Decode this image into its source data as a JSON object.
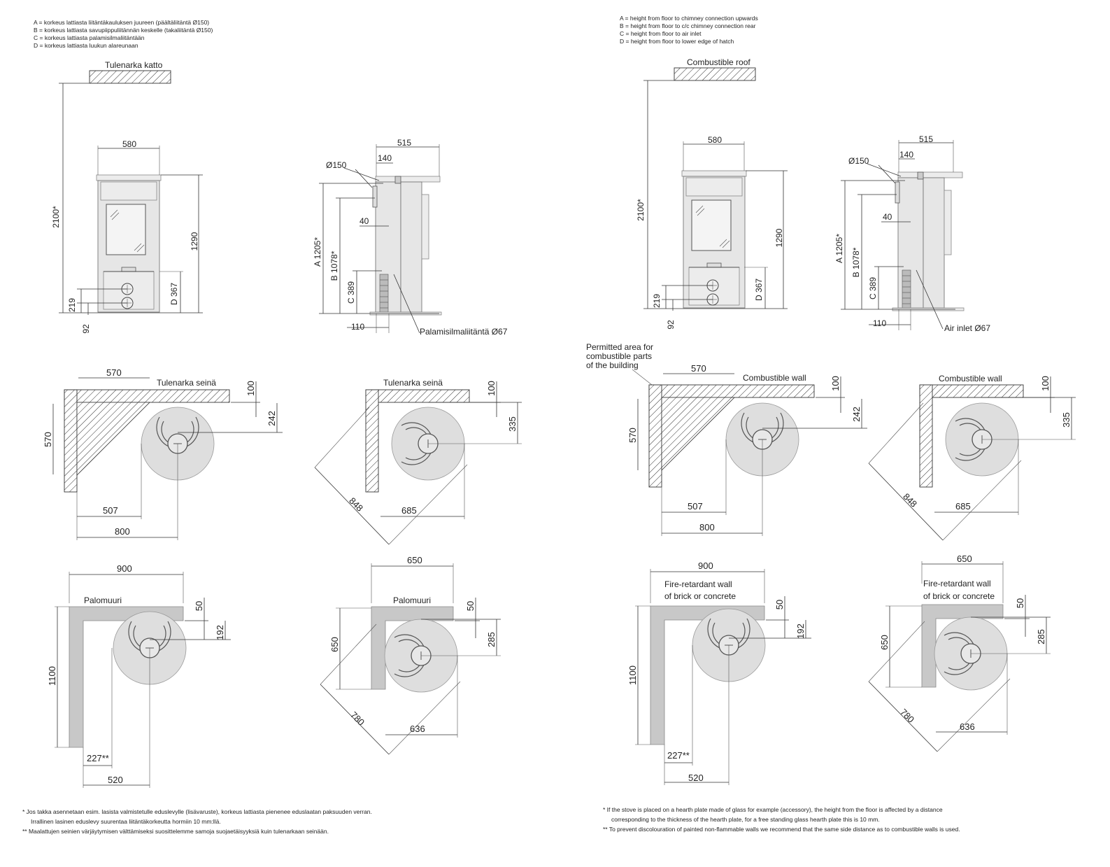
{
  "legend_fi": [
    "A =  korkeus lattiasta liitäntäkauluksen juureen (päältäliitäntä Ø150)",
    "B =  korkeus lattiasta savupiippuliitännän keskelle (takaliitäntä Ø150)",
    "C =  korkeus lattiasta palamisilmaliitäntään",
    "D =  korkeus lattiasta luukun alareunaan"
  ],
  "legend_en": [
    "A =  height from floor to chimney connection upwards",
    "B =  height from floor to c/c chimney connection rear",
    "C =  height from floor to air inlet",
    "D =  height from floor to lower edge of hatch"
  ],
  "fi": {
    "roof": "Tulenarka katto",
    "wall": "Tulenarka seinä",
    "firewall": "Palomuuri",
    "air_inlet": "Palamisilmaliitäntä Ø67",
    "permitted": ""
  },
  "en": {
    "roof": "Combustible roof",
    "wall": "Combustible wall",
    "firewall_1": "Fire-retardant wall",
    "firewall_2": "of brick or concrete",
    "air_inlet": "Air inlet Ø67",
    "permitted_1": "Permitted area for",
    "permitted_2": "combustible parts",
    "permitted_3": "of the building"
  },
  "dims": {
    "h2100": "2100*",
    "w580": "580",
    "h1290": "1290",
    "d367": "D 367",
    "h219": "219",
    "h92": "92",
    "w515": "515",
    "w140": "140",
    "dia150": "Ø150",
    "w40": "40",
    "a1205": "A 1205*",
    "b1078": "B 1078*",
    "c389": "C 389",
    "w110": "110",
    "w570": "570",
    "h570": "570",
    "h100": "100",
    "h242": "242",
    "w507": "507",
    "w800": "800",
    "h335": "335",
    "d848": "848",
    "w685": "685",
    "w900": "900",
    "h50": "50",
    "h192": "192",
    "h1100": "1100",
    "w227": "227**",
    "w520": "520",
    "w650": "650",
    "h650": "650",
    "h285": "285",
    "d780": "780",
    "w636": "636"
  },
  "footnotes_fi": [
    "*   Jos takka asennetaan esim. lasista valmistetulle eduslevylle (lisävaruste), korkeus lattiasta pienenee eduslaatan paksuuden verran.",
    "Irrallinen lasinen eduslevy suurentaa liitäntäkorkeutta hormiin 10 mm:llä.",
    "**  Maalattujen seinien värjäytymisen välttämiseksi suosittelemme samoja suojaetäisyyksiä kuin tulenarkaan seinään."
  ],
  "footnotes_en": [
    "*   If the stove is placed on a hearth plate made of glass for example (accessory), the height from the floor is affected by a distance",
    "corresponding to the thickness of the hearth plate, for a free standing glass hearth plate this is 10 mm.",
    "**  To prevent discolouration of painted non-flammable walls we recommend that the same side distance as to combustible walls is used."
  ]
}
